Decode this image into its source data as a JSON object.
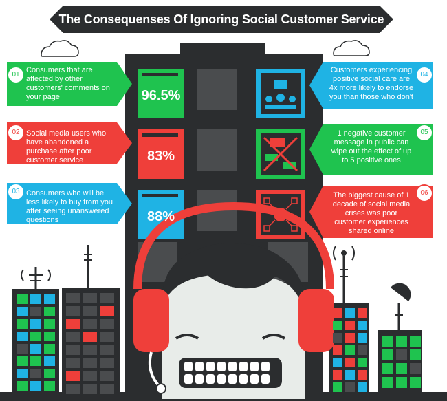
{
  "title": "The Consequenses Of Ignoring Social Customer Service",
  "colors": {
    "green": "#1fc34f",
    "red": "#ef3f3a",
    "blue": "#1fb3e4",
    "dark": "#2b2d2f",
    "building_cell": "#4a4c4e"
  },
  "stats": [
    {
      "number": "01",
      "text": "Consumers that are affected by other customers' comments on your page",
      "value": "96.5%",
      "color": "green"
    },
    {
      "number": "02",
      "text": "Social media users who have abandoned a purchase after poor customer service",
      "value": "83%",
      "color": "red"
    },
    {
      "number": "03",
      "text": "Consumers who will be less likely to buy from you after seeing unanswered questions",
      "value": "88%",
      "color": "blue"
    },
    {
      "number": "04",
      "text": "Customers experiencing positive social care are 4x more likely to endorse you than those who don't",
      "color": "blue",
      "icon": "endorsement-icon"
    },
    {
      "number": "05",
      "text": "1 negative customer message in public can wipe out the effect of up to 5 positive ones",
      "color": "green",
      "icon": "crossed-message-icon"
    },
    {
      "number": "06",
      "text": "The biggest cause of 1 decade of social media crises was poor customer experiences shared online",
      "color": "red",
      "icon": "global-network-icon"
    }
  ]
}
